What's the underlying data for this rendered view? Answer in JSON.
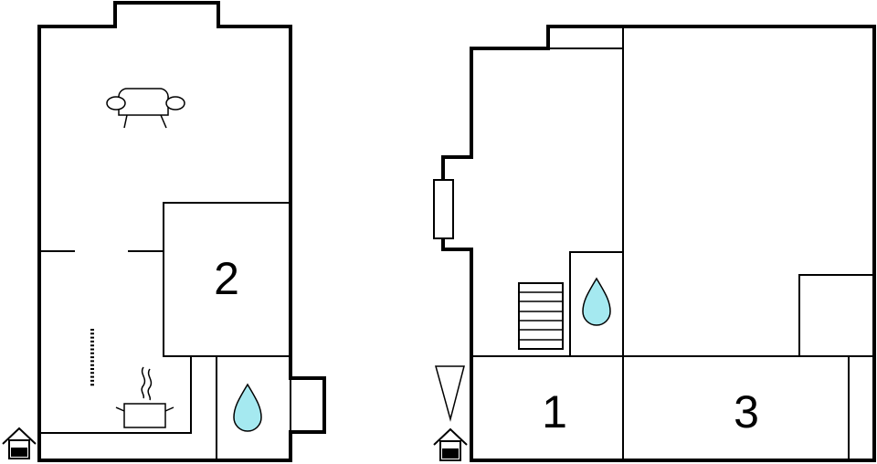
{
  "plan": {
    "rooms": [
      {
        "id": "room-2",
        "label": "2"
      },
      {
        "id": "room-1",
        "label": "1"
      },
      {
        "id": "room-3",
        "label": "3"
      }
    ],
    "icons": {
      "sofa": "sofa-icon",
      "kitchen": "cooking-pot-icon",
      "radiator": "radiator-icon",
      "water": "water-drop-icon",
      "stairs": "stairs-icon",
      "entrance": "entrance-icon",
      "window": "window-icon",
      "north": "north-arrow-icon"
    },
    "colors": {
      "walls": "#000000",
      "water": "#a5e9f0",
      "background": "#ffffff"
    }
  }
}
